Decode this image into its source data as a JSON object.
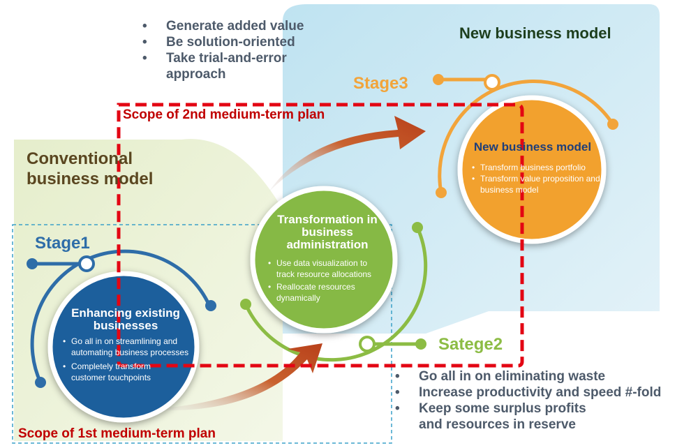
{
  "top_bullets": [
    "Generate added value",
    "Be solution-oriented",
    "Take trial-and-error approach"
  ],
  "new_model_zone": {
    "title": "New business model"
  },
  "conventional_zone": {
    "title": "Conventional business model"
  },
  "stages": {
    "stage1": "Stage1",
    "stage2": "Satege2",
    "stage3": "Stage3"
  },
  "scopes": {
    "first": "Scope of 1st medium-term plan",
    "second": "Scope of 2nd medium-term plan"
  },
  "circles": {
    "enhancing": {
      "title": "Enhancing existing businesses",
      "items": [
        "Go all in on streamlining and automating business processes",
        "Completely transform customer touchpoints"
      ]
    },
    "transformation": {
      "title": "Transformation in business administration",
      "items": [
        "Use data visualization to track resource allocations",
        "Reallocate resources dynamically"
      ]
    },
    "new_model": {
      "title": "New business model",
      "items": [
        "Transform business portfolio",
        "Transform value proposition and business model"
      ]
    }
  },
  "bottom_bullets": [
    "Go all in on eliminating waste",
    "Increase productivity and speed #-fold",
    "Keep some surplus profits and resources in reserve"
  ],
  "colors": {
    "stage1": "#2e6da8",
    "stage2": "#8cbc44",
    "stage3": "#f2a43a",
    "scope": "#e30613",
    "arrow": "#c0461c",
    "new_zone": "#c9e6f2",
    "conventional_zone": "#e6efcf"
  }
}
